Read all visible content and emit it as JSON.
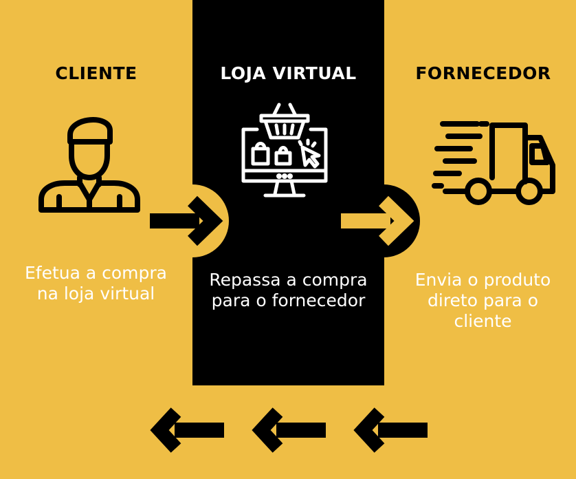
{
  "colors": {
    "background": "#EFBE45",
    "panel": "#000000",
    "ink": "#000000",
    "text_light": "#FFFFFF"
  },
  "columns": [
    {
      "title": "CLIENTE",
      "description_lines": [
        "Efetua a compra",
        "na loja virtual"
      ],
      "icon": "person-icon"
    },
    {
      "title": "LOJA VIRTUAL",
      "description_lines": [
        "Repassa a compra",
        "para o fornecedor"
      ],
      "icon": "online-store-icon"
    },
    {
      "title": "FORNECEDOR",
      "description_lines": [
        "Envia o produto",
        "direto para o",
        "cliente"
      ],
      "icon": "delivery-truck-icon"
    }
  ],
  "flow_arrows": {
    "forward": [
      "arrow-right-icon",
      "arrow-right-icon"
    ],
    "return": [
      "arrow-left-icon",
      "arrow-left-icon",
      "arrow-left-icon"
    ]
  }
}
